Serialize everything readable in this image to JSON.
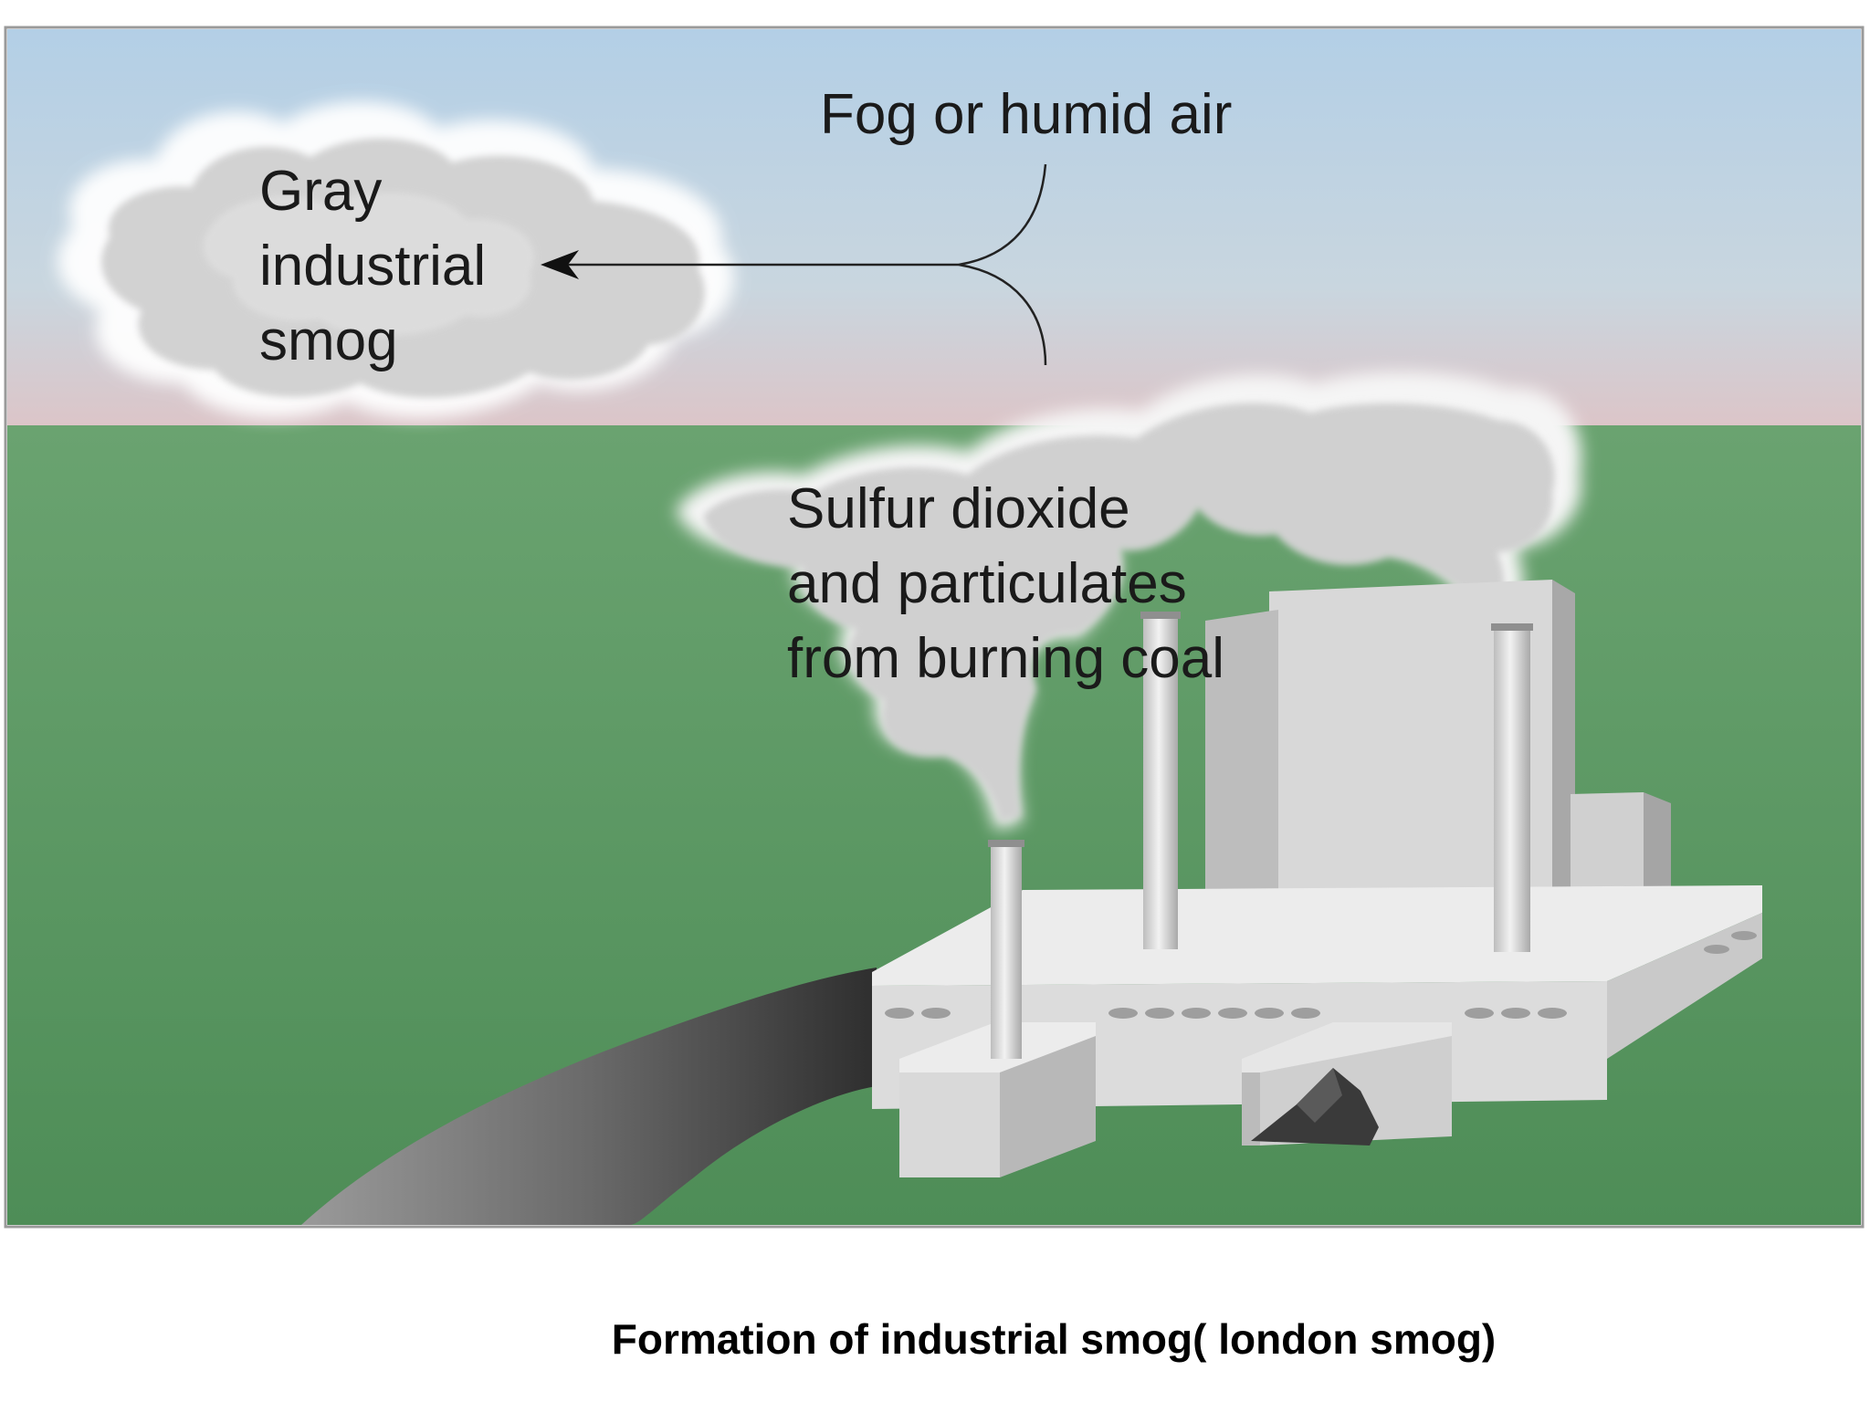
{
  "diagram": {
    "labels": {
      "fog": "Fog or humid air",
      "smog": [
        "Gray",
        "industrial",
        "smog"
      ],
      "source": [
        "Sulfur dioxide",
        "and particulates",
        "from burning coal"
      ]
    }
  },
  "caption": "Formation of industrial smog( london smog)",
  "colors": {
    "sky_top": "#b7d1e6",
    "sky_bottom": "#d9c7c9",
    "ground": "#5f9a66",
    "factory": "#d9d9d9",
    "road": "#6f6f6f",
    "smoke": "#cfcfcf"
  }
}
